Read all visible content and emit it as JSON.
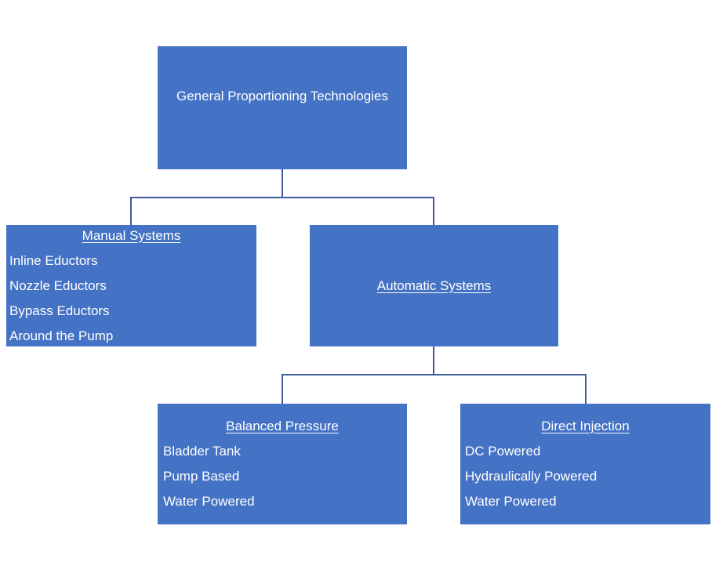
{
  "diagram": {
    "title": "General Proportioning Technologies",
    "colors": {
      "box_fill": "#4472C4",
      "connector_line": "#3E5C99",
      "text": "#FFFFFF",
      "background": "#FFFFFF"
    },
    "root": {
      "label": "General Proportioning Technologies"
    },
    "nodes": {
      "manual": {
        "title": "Manual Systems",
        "items": [
          "Inline Eductors",
          "Nozzle Eductors",
          "Bypass Eductors",
          "Around the Pump"
        ]
      },
      "automatic": {
        "title": "Automatic Systems",
        "items": []
      },
      "balanced": {
        "title": "Balanced Pressure",
        "items": [
          "Bladder Tank",
          "Pump Based",
          "Water Powered"
        ]
      },
      "direct": {
        "title": "Direct Injection",
        "items": [
          "DC Powered",
          "Hydraulically Powered",
          "Water Powered"
        ]
      }
    },
    "edges": [
      {
        "from": "root",
        "to": "manual"
      },
      {
        "from": "root",
        "to": "automatic"
      },
      {
        "from": "automatic",
        "to": "balanced"
      },
      {
        "from": "automatic",
        "to": "direct"
      }
    ]
  }
}
